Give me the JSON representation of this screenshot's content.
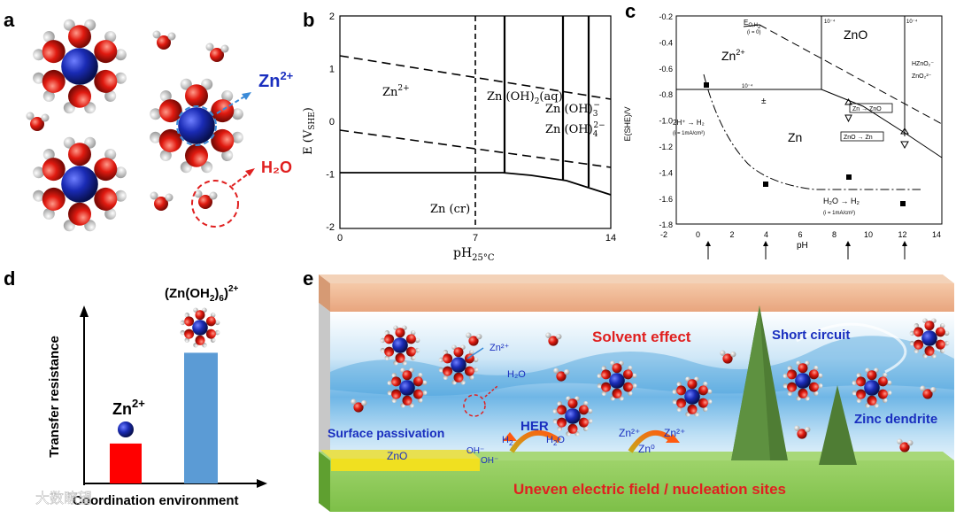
{
  "panel_labels": {
    "a": "a",
    "b": "b",
    "c": "c",
    "d": "d",
    "e": "e"
  },
  "panel_a": {
    "zn_label": "Zn",
    "zn_sup": "2+",
    "h2o_label": "H₂O"
  },
  "panel_b": {
    "ylabel": "E (V",
    "ylabel_sub": "SHE",
    "xlabel": "pH",
    "xlabel_sub": "25°C",
    "yticks": [
      "2",
      "1",
      "0",
      "-1",
      "-2"
    ],
    "xticks": [
      "0",
      "7",
      "14"
    ],
    "region_zn2": "Zn",
    "region_zn2_sup": "2+",
    "region_znoh2": "Zn (OH)",
    "region_znoh2_sub": "2",
    "region_znoh2_tail": "(aq)",
    "region_znoh3": "Zn (OH)",
    "region_znoh3_sub": "3",
    "region_znoh3_sup": "−",
    "region_znoh4": "Zn (OH)",
    "region_znoh4_sub": "4",
    "region_znoh4_sup": "2−",
    "region_zncr": "Zn (cr)"
  },
  "panel_c": {
    "ylabel": "E(SHE)/V",
    "xlabel": "pH",
    "yticks": [
      "-0.2",
      "-0.4",
      "-0.6",
      "-0.8",
      "-1.0",
      "-1.2",
      "-1.4",
      "-1.6",
      "-1.8"
    ],
    "xticks": [
      "-2",
      "0",
      "2",
      "4",
      "6",
      "8",
      "10",
      "12",
      "14"
    ],
    "region_zn2": "Zn",
    "region_zn2_sup": "2+",
    "region_zno": "ZnO",
    "region_zn": "Zn",
    "e_o_h2": "E",
    "e_o_h2_sub": "O,H",
    "e_o_h2_sub2": "2",
    "e_o_h2_note": "(i = 0)",
    "conc1": "10⁻⁴",
    "conc2": "10⁻⁴",
    "conc3": "10⁻⁴",
    "hzno2": "HZnO₂⁻",
    "zno2": "ZnO₂²⁻",
    "h_to_h2": "2H⁺ → H₂",
    "h_note": "(i = 1mA/cm²)",
    "zn_to_zno": "Zn → ZnO",
    "zno_to_zn": "ZnO → Zn",
    "h2o_to_h2": "H₂O → H₂",
    "h2o_note": "(i = 1mA/cm²)"
  },
  "panel_d": {
    "ylabel": "Transfer resistance",
    "xlabel": "Coordination environment",
    "bar1_label": "Zn",
    "bar1_sup": "2+",
    "bar2_label": "(Zn(OH",
    "bar2_sub": "2",
    "bar2_mid": ")",
    "bar2_sub2": "6",
    "bar2_tail": ")",
    "bar2_sup": "2+",
    "values": [
      0.22,
      0.72
    ],
    "colors": [
      "#ff0000",
      "#5b9bd5"
    ]
  },
  "panel_e": {
    "solvent_effect": "Solvent effect",
    "short_circuit": "Short circuit",
    "surface_passivation": "Surface passivation",
    "zinc_dendrite": "Zinc dendrite",
    "uneven_field": "Uneven electric field / nucleation sites",
    "her": "HER",
    "h2": "H",
    "h2_sub": "2",
    "h2o": "H",
    "h2o_sub": "2",
    "h2o_tail": "O",
    "zno": "ZnO",
    "oh1": "OH⁻",
    "oh2": "OH⁻",
    "zn2_a": "Zn²⁺",
    "zn2_b": "Zn²⁺",
    "zn0": "Zn⁰",
    "zn2_float": "Zn²⁺",
    "h2o_float": "H₂O"
  },
  "watermark": "大数瞭望",
  "colors": {
    "oxygen": "#e01010",
    "hydrogen": "#e8e8e8",
    "zinc": "#1020a0",
    "blue_text": "#1a2fbf",
    "red_text": "#e02020",
    "dendrite": "#4a7a30"
  }
}
